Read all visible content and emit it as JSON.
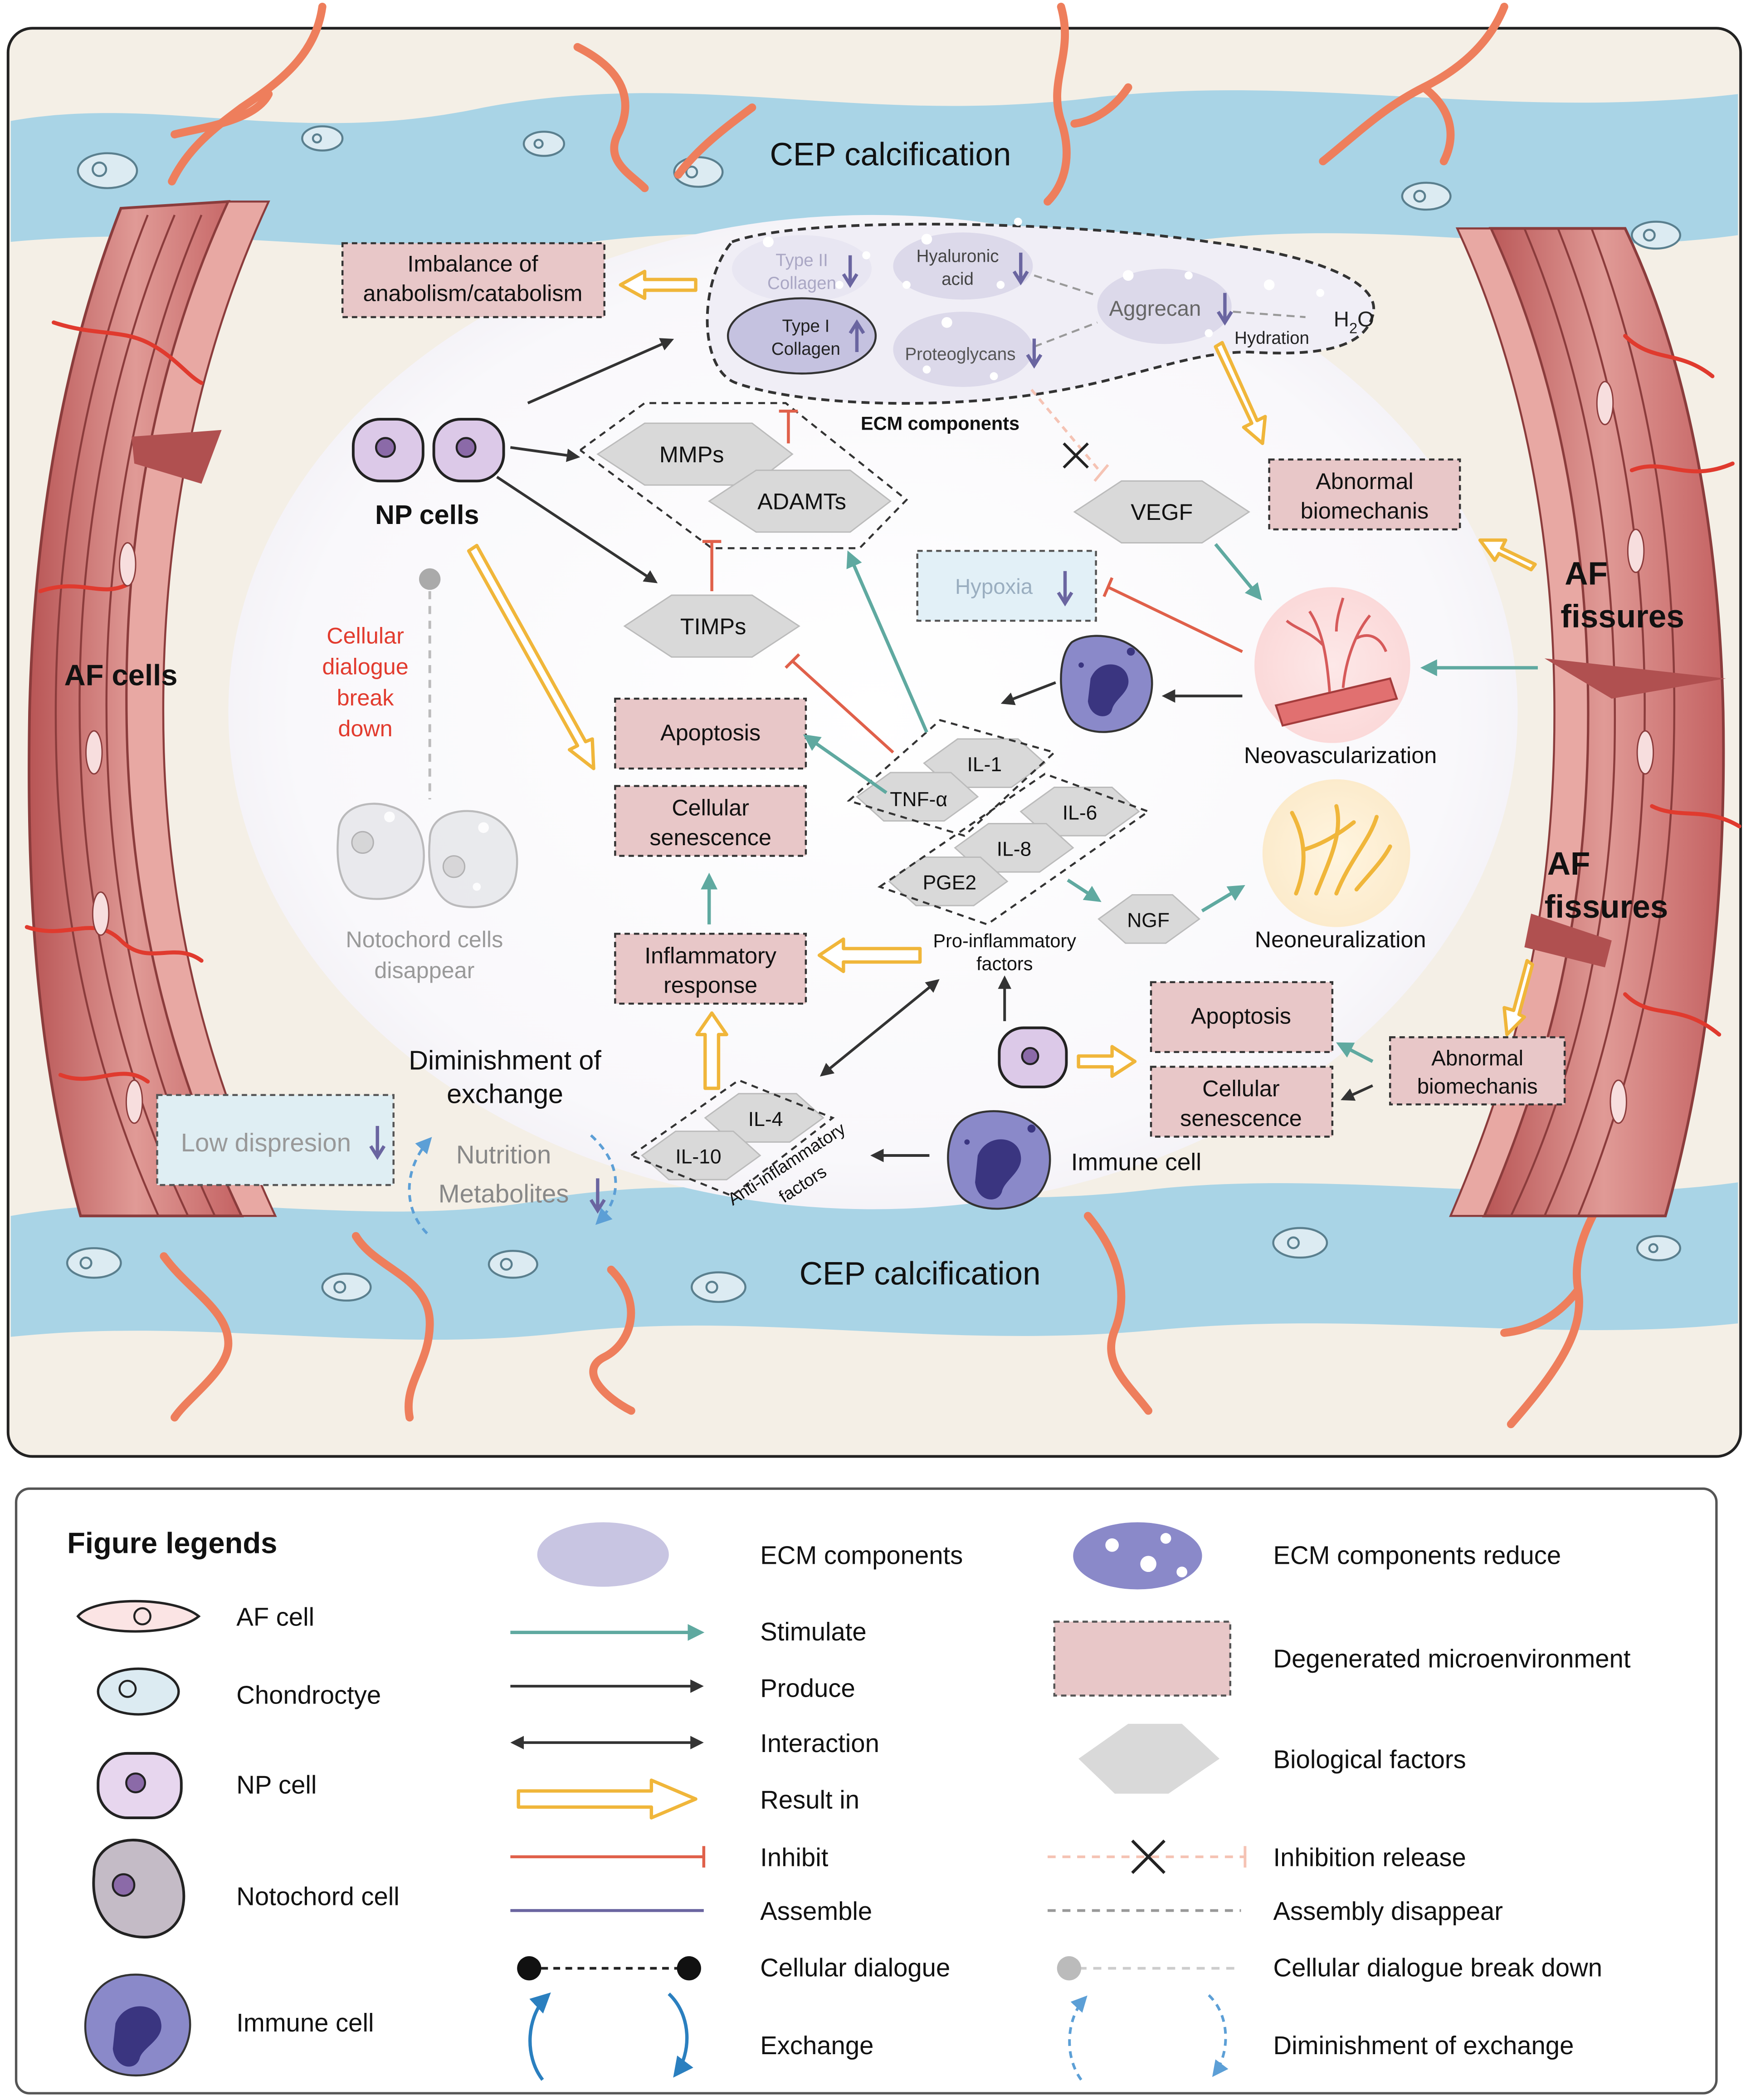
{
  "main": {
    "cep_top": "CEP calcification",
    "cep_bottom": "CEP calcification",
    "af_cells": "AF cells",
    "af_fissures_1": [
      "AF",
      "fissures"
    ],
    "af_fissures_2": [
      "AF",
      "fissures"
    ],
    "imbalance": [
      "Imbalance of",
      "anabolism/catabolism"
    ],
    "ecm_label": "ECM components",
    "type2": [
      "Type II",
      "Collagen"
    ],
    "type1": [
      "Type I",
      "Collagen"
    ],
    "hyaluronic": [
      "Hyaluronic",
      "acid"
    ],
    "proteoglycans": "Proteoglycans",
    "aggrecan": "Aggrecan",
    "hydration": "Hydration",
    "water": [
      "H",
      "2",
      "O"
    ],
    "np_cells": "NP cells",
    "mmps": "MMPs",
    "adamts": "ADAMTs",
    "timps": "TIMPs",
    "vegf": "VEGF",
    "hypoxia": "Hypoxia",
    "abnormal_1": [
      "Abnormal",
      "biomechanis"
    ],
    "abnormal_2": [
      "Abnormal",
      "biomechanis"
    ],
    "cellular_dialogue": [
      "Cellular",
      "dialogue",
      "break",
      "down"
    ],
    "apoptosis_1": "Apoptosis",
    "senescence_1": [
      "Cellular",
      "senescence"
    ],
    "apoptosis_2": "Apoptosis",
    "senescence_2": [
      "Cellular",
      "senescence"
    ],
    "il1": "IL-1",
    "tnf": "TNF-α",
    "il6": "IL-6",
    "il8": "IL-8",
    "pge2": "PGE2",
    "ngf": "NGF",
    "neovascularization": "Neovascularization",
    "neoneuralization": "Neoneuralization",
    "pro_inflammatory": [
      "Pro-inflammatory",
      "factors"
    ],
    "anti_inflammatory": [
      "Anti-inflammatory",
      "factors"
    ],
    "notochord": [
      "Notochord cells",
      "disappear"
    ],
    "inflammatory": [
      "Inflammatory",
      "response"
    ],
    "diminishment": [
      "Diminishment of",
      "exchange"
    ],
    "low_dispersion": "Low dispresion",
    "nutrition": "Nutrition",
    "metabolites": "Metabolites",
    "il4": "IL-4",
    "il10": "IL-10",
    "immune_cell": "Immune cell"
  },
  "legend": {
    "title": "Figure legends",
    "left": [
      "AF cell",
      "Chondroctye",
      "NP cell",
      "Notochord cell",
      "Immune cell"
    ],
    "middle": [
      "ECM components",
      "Stimulate",
      "Produce",
      "Interaction",
      "Result in",
      "Inhibit",
      "Assemble",
      "Cellular dialogue",
      "Exchange"
    ],
    "right": [
      "ECM components reduce",
      "Degenerated microenvironment",
      "Biological factors",
      "Inhibition release",
      "Assembly disappear",
      "Cellular dialogue break down",
      "Diminishment of exchange"
    ]
  },
  "colors": {
    "stimulate": "#5fa9a0",
    "produce": "#333333",
    "result": "#f0b63a",
    "inhibit": "#e0604a",
    "assemble": "#6a65a0",
    "cep": "#a9d4e6",
    "af": "#cd6e6e",
    "degenerated": "#e8c7c8",
    "factor": "#d9d9d9",
    "red_text": "#e23b2e"
  }
}
